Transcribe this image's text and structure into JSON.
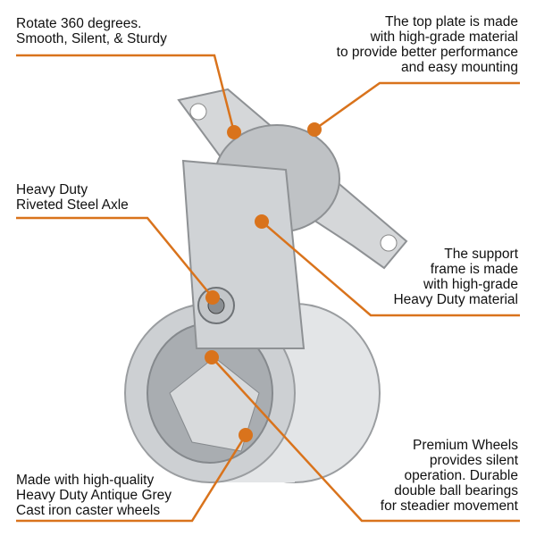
{
  "colors": {
    "accent": "#d9731c",
    "metal": "#c9cbcd"
  },
  "callouts": {
    "rotate": {
      "lines": [
        "Rotate 360 degrees.",
        "Smooth, Silent, & Sturdy"
      ]
    },
    "top_plate": {
      "lines": [
        "The top plate is made",
        "with high-grade material",
        "to provide better performance",
        "and easy mounting"
      ]
    },
    "axle": {
      "lines": [
        "Heavy Duty",
        "Riveted Steel Axle"
      ]
    },
    "frame": {
      "lines": [
        "The support",
        "frame is made",
        "with high-grade",
        "Heavy Duty material"
      ]
    },
    "wheels": {
      "lines": [
        "Premium Wheels",
        "provides silent",
        "operation. Durable",
        "double ball bearings",
        "for steadier movement"
      ]
    },
    "cast_iron": {
      "lines": [
        "Made with high-quality",
        "Heavy Duty Antique Grey",
        "Cast iron caster wheels"
      ]
    }
  }
}
